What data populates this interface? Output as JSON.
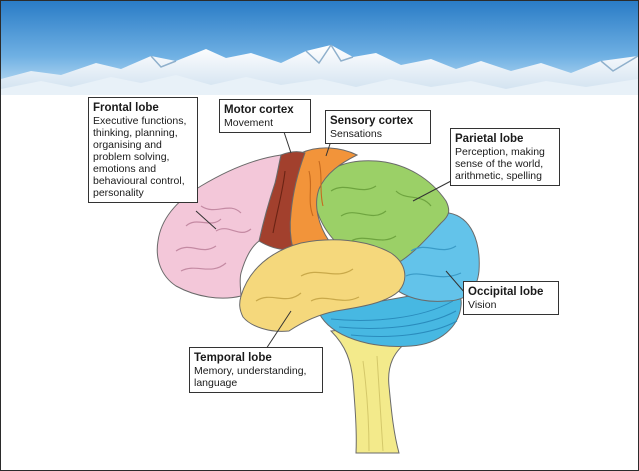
{
  "colors": {
    "frontal": "#f3c7d9",
    "motor": "#a2402d",
    "sensory": "#f2943a",
    "parietal": "#9bd067",
    "occipital": "#63c3ea",
    "temporal": "#f5d87c",
    "cerebellum": "#47b8e2",
    "brainstem": "#f3ea8b",
    "sky_top": "#2a7cc6",
    "sky_bottom": "#d9ecf8"
  },
  "labels": {
    "frontal": {
      "title": "Frontal lobe",
      "desc": "Executive functions,\nthinking, planning,\norganising and\nproblem solving,\nemotions and\nbehavioural control,\npersonality"
    },
    "motor": {
      "title": "Motor cortex",
      "desc": "Movement"
    },
    "sensory": {
      "title": "Sensory cortex",
      "desc": "Sensations"
    },
    "parietal": {
      "title": "Parietal lobe",
      "desc": "Perception, making\nsense of the world,\narithmetic, spelling"
    },
    "occipital": {
      "title": "Occipital lobe",
      "desc": "Vision"
    },
    "temporal": {
      "title": "Temporal lobe",
      "desc": "Memory, understanding,\nlanguage"
    }
  }
}
